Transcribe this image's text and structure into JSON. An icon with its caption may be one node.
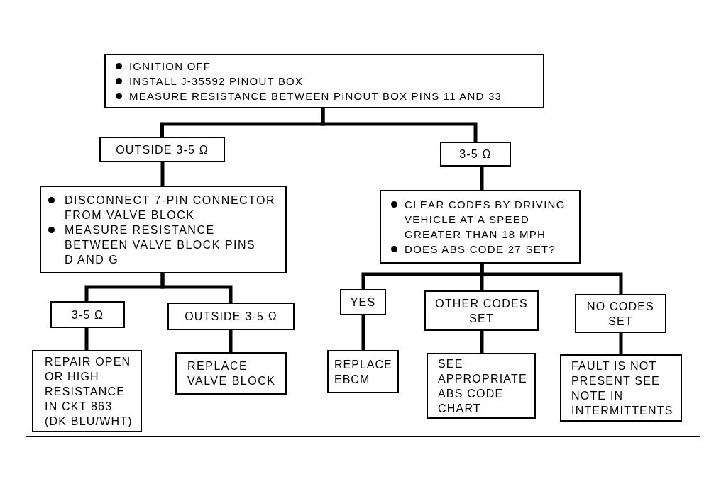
{
  "diagram": {
    "nodes": [
      {
        "text": [
          "IGNITION OFF",
          "INSTALL J-35592 PINOUT BOX",
          "MEASURE RESISTANCE BETWEEN PINOUT BOX PINS 11 AND 33"
        ]
      },
      {
        "text": [
          "OUTSIDE 3-5 Ω"
        ]
      },
      {
        "text": [
          "3-5 Ω"
        ]
      },
      {
        "text": [
          "DISCONNECT 7-PIN CONNECTOR FROM VALVE BLOCK",
          "MEASURE RESISTANCE BETWEEN VALVE BLOCK PINS D AND G"
        ]
      },
      {
        "text": [
          "CLEAR CODES BY DRIVING VEHICLE AT A SPEED GREATER THAN 18 MPH",
          "DOES ABS CODE 27 SET?"
        ]
      },
      {
        "text": [
          "3-5 Ω"
        ]
      },
      {
        "text": [
          "OUTSIDE 3-5 Ω"
        ]
      },
      {
        "text": [
          "YES"
        ]
      },
      {
        "text": [
          "OTHER CODES SET"
        ]
      },
      {
        "text": [
          "NO CODES SET"
        ]
      },
      {
        "text": [
          "REPAIR OPEN OR HIGH RESISTANCE IN CKT 863 (DK BLU/WHT)"
        ]
      },
      {
        "text": [
          "REPLACE VALVE BLOCK"
        ]
      },
      {
        "text": [
          "REPLACE EBCM"
        ]
      },
      {
        "text": [
          "SEE APPROPRIATE ABS CODE CHART"
        ]
      },
      {
        "text": [
          "FAULT IS NOT PRESENT SEE NOTE IN INTERMITTENTS"
        ]
      }
    ],
    "edges": [
      {
        "from": 0,
        "to": 1,
        "arrow": "none"
      },
      {
        "from": 0,
        "to": 2,
        "arrow": "none"
      },
      {
        "from": 1,
        "to": 3,
        "arrow": "none"
      },
      {
        "from": 2,
        "to": 4,
        "arrow": "none"
      },
      {
        "from": 3,
        "to": 5,
        "arrow": "none"
      },
      {
        "from": 3,
        "to": 6,
        "arrow": "none"
      },
      {
        "from": 4,
        "to": 7,
        "arrow": "none"
      },
      {
        "from": 4,
        "to": 8,
        "arrow": "none"
      },
      {
        "from": 4,
        "to": 9,
        "arrow": "none"
      },
      {
        "from": 5,
        "to": 10,
        "arrow": "none"
      },
      {
        "from": 6,
        "to": 11,
        "arrow": "none"
      },
      {
        "from": 7,
        "to": 12,
        "arrow": "none"
      },
      {
        "from": 8,
        "to": 13,
        "arrow": "none"
      },
      {
        "from": 9,
        "to": 14,
        "arrow": "none"
      }
    ]
  }
}
